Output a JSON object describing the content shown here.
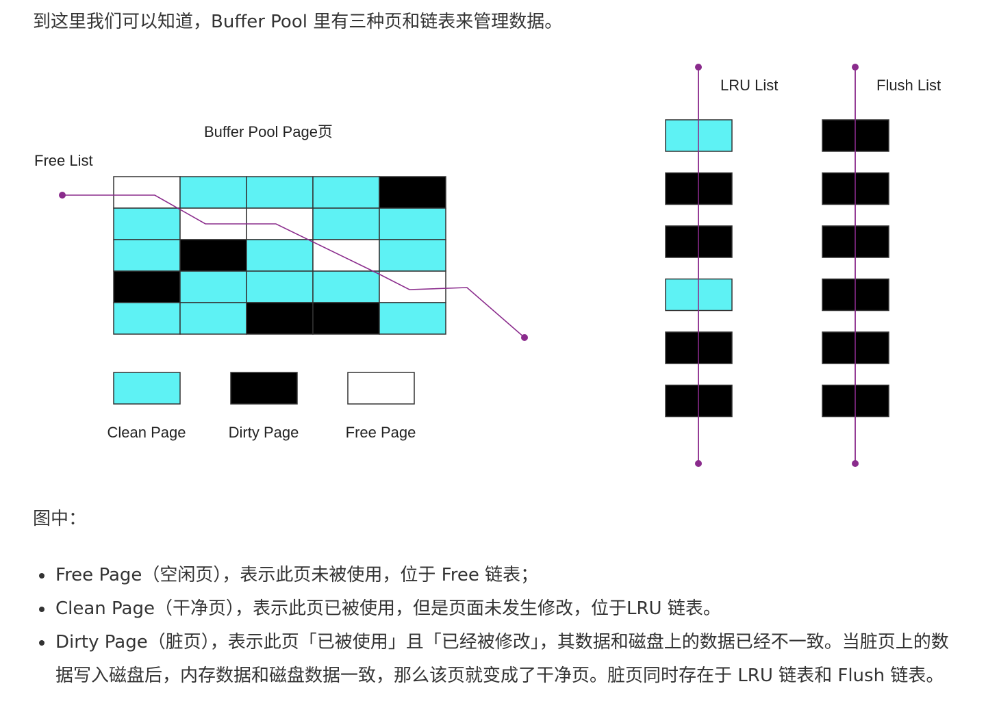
{
  "intro": "到这里我们可以知道，Buffer Pool 里有三种页和链表来管理数据。",
  "diagram": {
    "buffer_pool_title": "Buffer Pool Page页",
    "free_list_label": "Free List",
    "lru_list_label": "LRU List",
    "flush_list_label": "Flush List",
    "colors": {
      "clean": "#5ef2f4",
      "dirty": "#000000",
      "free": "#ffffff",
      "line": "#8a2b8c"
    },
    "grid": [
      [
        "free",
        "clean",
        "clean",
        "clean",
        "dirty"
      ],
      [
        "clean",
        "free",
        "free",
        "clean",
        "clean"
      ],
      [
        "clean",
        "dirty",
        "clean",
        "free",
        "clean"
      ],
      [
        "dirty",
        "clean",
        "clean",
        "clean",
        "free"
      ],
      [
        "clean",
        "clean",
        "dirty",
        "dirty",
        "clean"
      ]
    ],
    "legend": [
      {
        "type": "clean",
        "label": "Clean Page"
      },
      {
        "type": "dirty",
        "label": "Dirty Page"
      },
      {
        "type": "free",
        "label": "Free Page"
      }
    ],
    "lru_list": [
      "clean",
      "dirty",
      "dirty",
      "clean",
      "dirty",
      "dirty"
    ],
    "flush_list": [
      "dirty",
      "dirty",
      "dirty",
      "dirty",
      "dirty",
      "dirty"
    ]
  },
  "caption": "图中：",
  "bullets": [
    "Free Page（空闲页），表示此页未被使用，位于 Free 链表；",
    "Clean Page（干净页），表示此页已被使用，但是页面未发生修改，位于LRU 链表。",
    "Dirty Page（脏页），表示此页「已被使用」且「已经被修改」，其数据和磁盘上的数据已经不一致。当脏页上的数据写入磁盘后，内存数据和磁盘数据一致，那么该页就变成了干净页。脏页同时存在于 LRU 链表和 Flush 链表。"
  ]
}
